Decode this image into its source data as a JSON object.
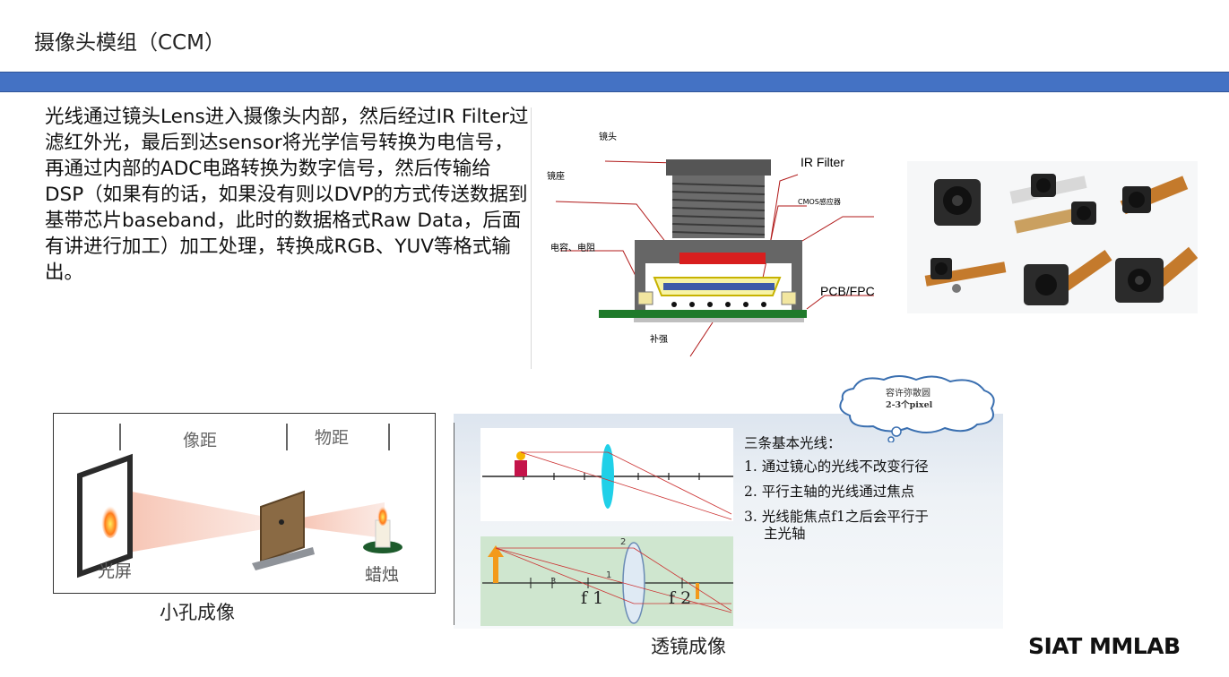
{
  "header": {
    "title": "摄像头模组（CCM）"
  },
  "intro": {
    "text": "光线通过镜头Lens进入摄像头内部，然后经过IR Filter过滤红外光，最后到达sensor将光学信号转换为电信号，再通过内部的ADC电路转换为数字信号，然后传输给DSP（如果有的话，如果没有则以DVP的方式传送数据到基带芯片baseband，此时的数据格式Raw Data，后面有讲进行加工）加工处理，转换成RGB、YUV等格式输出。"
  },
  "ccm_diagram": {
    "label_lens": "镜头",
    "label_holder": "镜座",
    "label_capacitor": "电容、电阻",
    "label_ir": "IR Filter",
    "label_cmos": "CMOS感应器",
    "label_pcb": "PCB/FPC",
    "label_stiffener": "补强"
  },
  "pinhole": {
    "label_image_distance": "像距",
    "label_object_distance": "物距",
    "label_screen": "光屏",
    "label_candle": "蜡烛",
    "caption": "小孔成像"
  },
  "lens_imaging": {
    "bubble_line1": "容许弥散圆",
    "bubble_line2": "2-3个pixel",
    "rules_title": "三条基本光线：",
    "rule1": "1. 通过镜心的光线不改变行径",
    "rule2": "2. 平行主轴的光线通过焦点",
    "rule3a": "3. 光线能焦点f1之后会平行于",
    "rule3b": "主光轴",
    "f1": "f 1",
    "f2": "f 2",
    "ray1": "1",
    "ray2": "2",
    "ray3": "3",
    "caption": "透镜成像"
  },
  "footer": {
    "brand": "SIAT MMLAB"
  },
  "colors": {
    "accent_bar": "#4472c4",
    "lens_cyan": "#20d0e8",
    "ir_red": "#d81e1e",
    "pcb_green": "#1f7a2a"
  }
}
